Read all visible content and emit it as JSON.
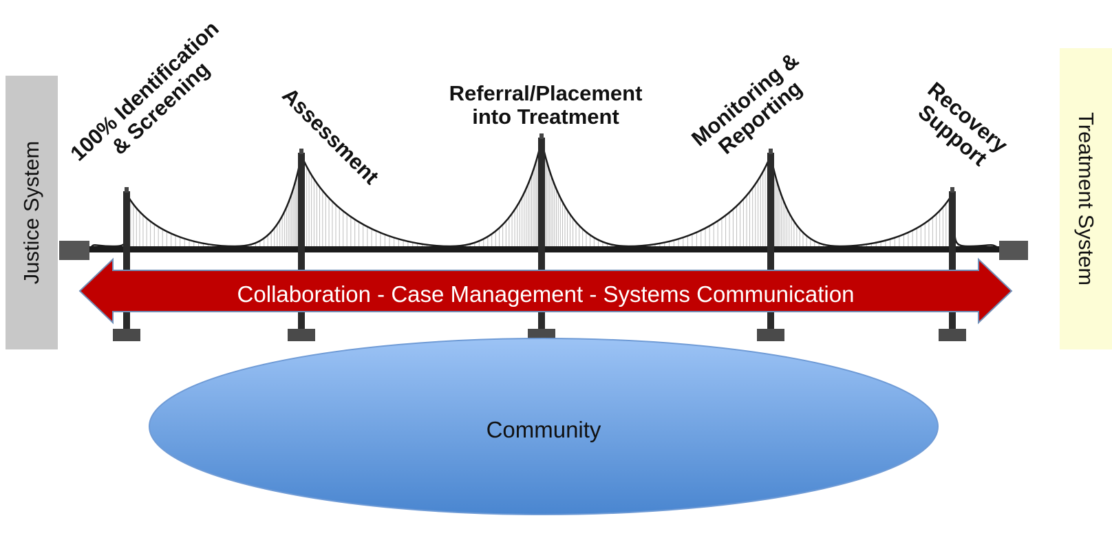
{
  "left_panel": {
    "label": "Justice System",
    "color": "#c8c8c8"
  },
  "right_panel": {
    "label": "Treatment System",
    "color": "#fdfdd6"
  },
  "stages": [
    {
      "lines": [
        "100% Identification",
        "& Screening"
      ]
    },
    {
      "lines": [
        "Assessment"
      ]
    },
    {
      "lines": [
        "Referral/Placement",
        "into Treatment"
      ]
    },
    {
      "lines": [
        "Monitoring &",
        "Reporting"
      ]
    },
    {
      "lines": [
        "Recovery",
        "Support"
      ]
    }
  ],
  "arrow": {
    "label": "Collaboration - Case Management - Systems Communication",
    "color": "#c00000"
  },
  "community": {
    "label": "Community",
    "color_top": "#9cc3f5",
    "color_bottom": "#4a86d0"
  }
}
